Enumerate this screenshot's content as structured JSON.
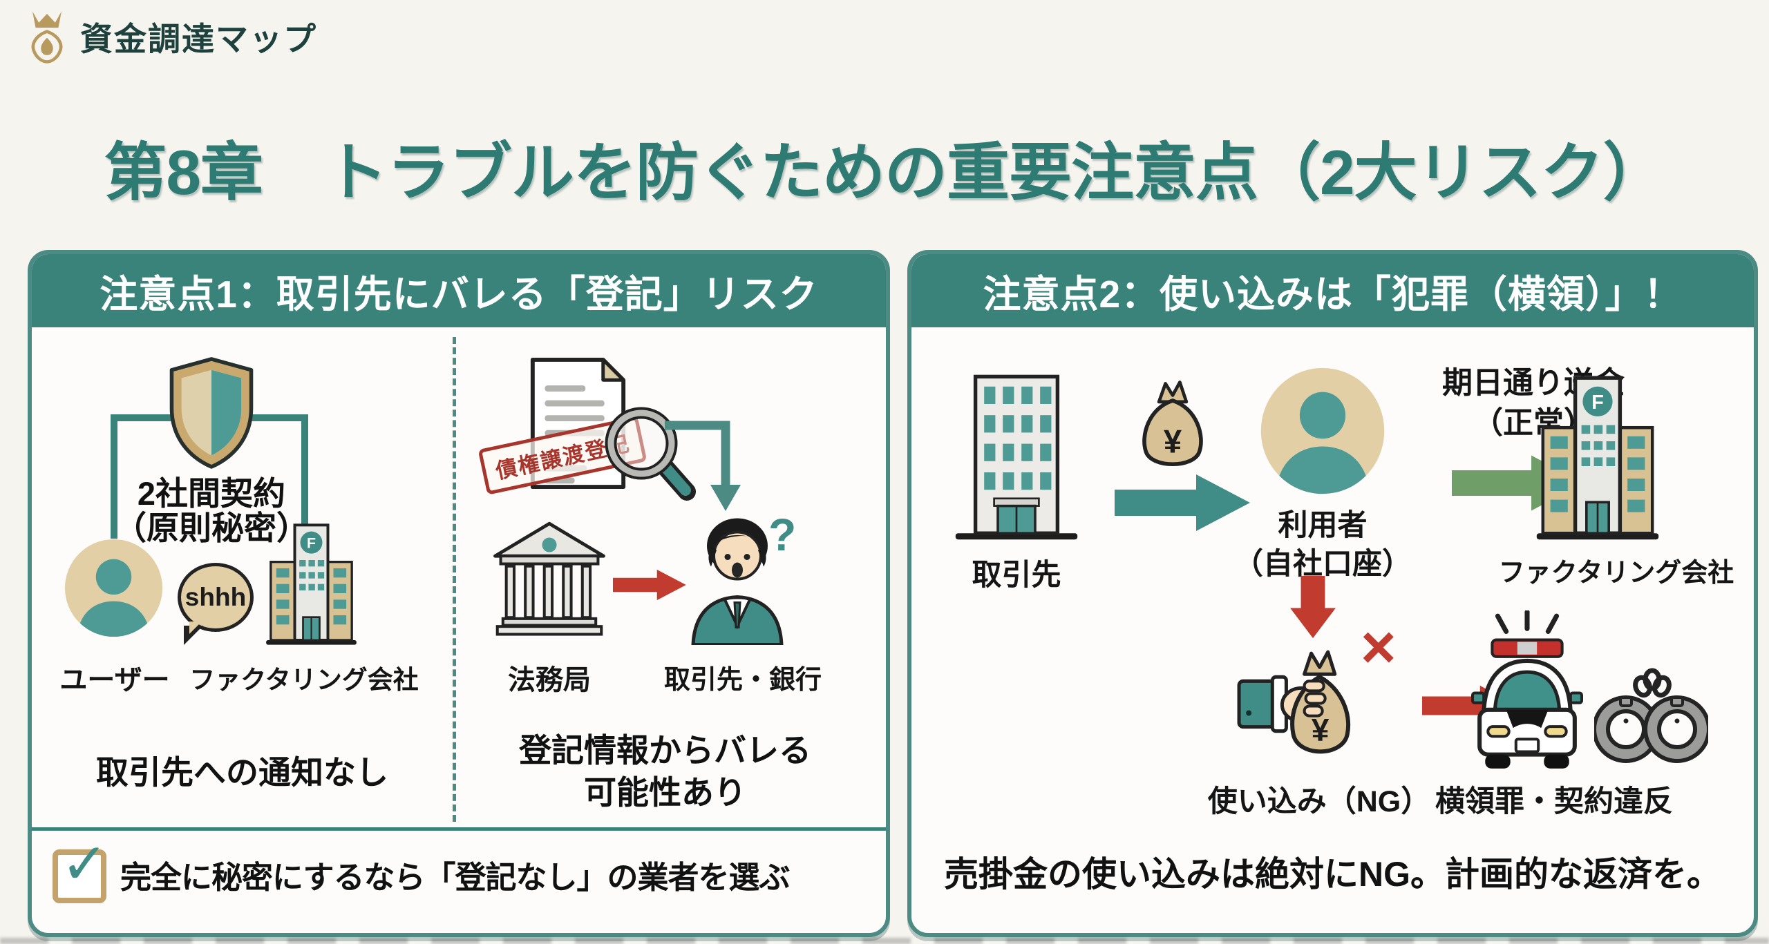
{
  "brand": {
    "name": "資金調達マップ"
  },
  "title": "第8章　トラブルを防ぐための重要注意点（2大リスク）",
  "colors": {
    "accent_teal": "#3a837b",
    "gold": "#c3a36b",
    "alert_red": "#c23b2f",
    "ok_green": "#6f9e68"
  },
  "left_panel": {
    "header": "注意点1：取引先にバレる「登記」リスク",
    "secret": {
      "contract_line1": "2社間契約",
      "contract_line2": "（原則秘密）",
      "bubble": "shhh",
      "user_label": "ユーザー",
      "factoring_label": "ファクタリング会社",
      "factoring_logo_letter": "F",
      "caption": "取引先への通知なし"
    },
    "registry": {
      "stamp": "債権譲渡登記",
      "bureau_label": "法務局",
      "viewer_label": "取引先・銀行",
      "question_mark": "?",
      "caption_line1": "登記情報からバレる",
      "caption_line2": "可能性あり"
    },
    "checklist": {
      "check_mark": "✓",
      "text": "完全に秘密にするなら「登記なし」の業者を選ぶ"
    }
  },
  "right_panel": {
    "header": "注意点2：使い込みは「犯罪（横領）」！",
    "flow": {
      "client_label": "取引先",
      "yen": "¥",
      "user_line1": "利用者",
      "user_line2": "（自社口座）",
      "transfer_line1": "期日通り送金",
      "transfer_line2": "（正常）",
      "factoring_label": "ファクタリング会社",
      "factoring_logo_letter": "F"
    },
    "misuse": {
      "yen": "¥",
      "cross_mark": "×",
      "misuse_label": "使い込み（NG）",
      "crime_label": "横領罪・契約違反"
    },
    "caption": "売掛金の使い込みは絶対にNG。計画的な返済を。"
  }
}
